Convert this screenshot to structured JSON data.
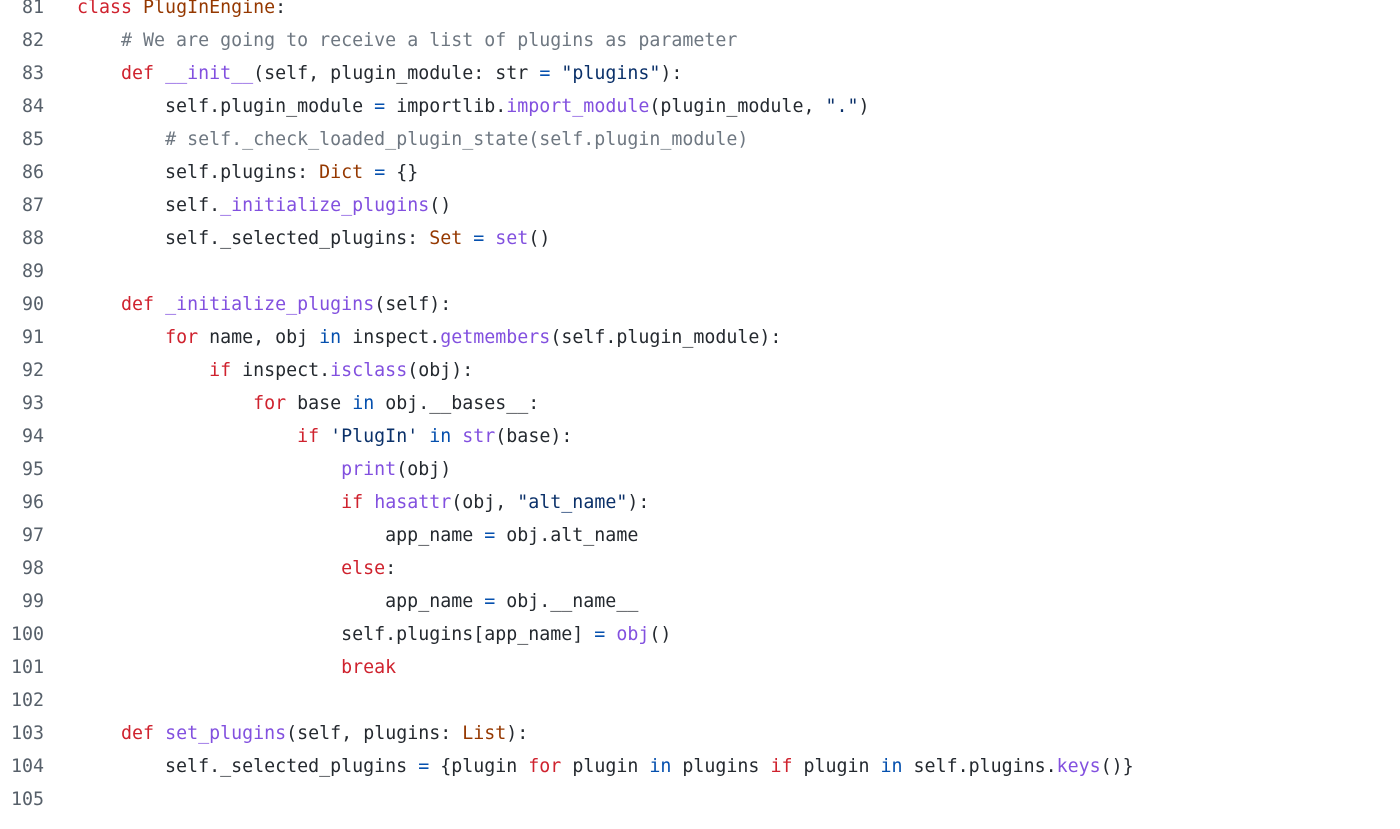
{
  "code_view": {
    "language": "python",
    "lines": [
      {
        "number": "81",
        "tokens": [
          {
            "t": "class",
            "k": "keyword"
          },
          {
            "t": " ",
            "k": "plain"
          },
          {
            "t": "PlugInEngine",
            "k": "class"
          },
          {
            "t": ":",
            "k": "plain"
          }
        ]
      },
      {
        "number": "82",
        "tokens": [
          {
            "t": "    ",
            "k": "plain"
          },
          {
            "t": "# We are going to receive a list of plugins as parameter",
            "k": "comment"
          }
        ]
      },
      {
        "number": "83",
        "tokens": [
          {
            "t": "    ",
            "k": "plain"
          },
          {
            "t": "def",
            "k": "keyword"
          },
          {
            "t": " ",
            "k": "plain"
          },
          {
            "t": "__init__",
            "k": "func"
          },
          {
            "t": "(self, plugin_module: str ",
            "k": "plain"
          },
          {
            "t": "=",
            "k": "op"
          },
          {
            "t": " ",
            "k": "plain"
          },
          {
            "t": "\"plugins\"",
            "k": "string"
          },
          {
            "t": "):",
            "k": "plain"
          }
        ]
      },
      {
        "number": "84",
        "tokens": [
          {
            "t": "        self.plugin_module ",
            "k": "plain"
          },
          {
            "t": "=",
            "k": "op"
          },
          {
            "t": " importlib.",
            "k": "plain"
          },
          {
            "t": "import_module",
            "k": "func"
          },
          {
            "t": "(plugin_module, ",
            "k": "plain"
          },
          {
            "t": "\".\"",
            "k": "string"
          },
          {
            "t": ")",
            "k": "plain"
          }
        ]
      },
      {
        "number": "85",
        "tokens": [
          {
            "t": "        ",
            "k": "plain"
          },
          {
            "t": "# self._check_loaded_plugin_state(self.plugin_module)",
            "k": "comment"
          }
        ]
      },
      {
        "number": "86",
        "tokens": [
          {
            "t": "        self.plugins: ",
            "k": "plain"
          },
          {
            "t": "Dict",
            "k": "type"
          },
          {
            "t": " ",
            "k": "plain"
          },
          {
            "t": "=",
            "k": "op"
          },
          {
            "t": " {}",
            "k": "plain"
          }
        ]
      },
      {
        "number": "87",
        "tokens": [
          {
            "t": "        self.",
            "k": "plain"
          },
          {
            "t": "_initialize_plugins",
            "k": "func"
          },
          {
            "t": "()",
            "k": "plain"
          }
        ]
      },
      {
        "number": "88",
        "tokens": [
          {
            "t": "        self._selected_plugins: ",
            "k": "plain"
          },
          {
            "t": "Set",
            "k": "type"
          },
          {
            "t": " ",
            "k": "plain"
          },
          {
            "t": "=",
            "k": "op"
          },
          {
            "t": " ",
            "k": "plain"
          },
          {
            "t": "set",
            "k": "func"
          },
          {
            "t": "()",
            "k": "plain"
          }
        ]
      },
      {
        "number": "89",
        "tokens": []
      },
      {
        "number": "90",
        "tokens": [
          {
            "t": "    ",
            "k": "plain"
          },
          {
            "t": "def",
            "k": "keyword"
          },
          {
            "t": " ",
            "k": "plain"
          },
          {
            "t": "_initialize_plugins",
            "k": "func"
          },
          {
            "t": "(self):",
            "k": "plain"
          }
        ]
      },
      {
        "number": "91",
        "tokens": [
          {
            "t": "        ",
            "k": "plain"
          },
          {
            "t": "for",
            "k": "keyword"
          },
          {
            "t": " name, obj ",
            "k": "plain"
          },
          {
            "t": "in",
            "k": "op"
          },
          {
            "t": " inspect.",
            "k": "plain"
          },
          {
            "t": "getmembers",
            "k": "func"
          },
          {
            "t": "(self.plugin_module):",
            "k": "plain"
          }
        ]
      },
      {
        "number": "92",
        "tokens": [
          {
            "t": "            ",
            "k": "plain"
          },
          {
            "t": "if",
            "k": "keyword"
          },
          {
            "t": " inspect.",
            "k": "plain"
          },
          {
            "t": "isclass",
            "k": "func"
          },
          {
            "t": "(obj):",
            "k": "plain"
          }
        ]
      },
      {
        "number": "93",
        "tokens": [
          {
            "t": "                ",
            "k": "plain"
          },
          {
            "t": "for",
            "k": "keyword"
          },
          {
            "t": " base ",
            "k": "plain"
          },
          {
            "t": "in",
            "k": "op"
          },
          {
            "t": " obj.__bases__:",
            "k": "plain"
          }
        ]
      },
      {
        "number": "94",
        "tokens": [
          {
            "t": "                    ",
            "k": "plain"
          },
          {
            "t": "if",
            "k": "keyword"
          },
          {
            "t": " ",
            "k": "plain"
          },
          {
            "t": "'PlugIn'",
            "k": "string"
          },
          {
            "t": " ",
            "k": "plain"
          },
          {
            "t": "in",
            "k": "op"
          },
          {
            "t": " ",
            "k": "plain"
          },
          {
            "t": "str",
            "k": "func"
          },
          {
            "t": "(base):",
            "k": "plain"
          }
        ]
      },
      {
        "number": "95",
        "tokens": [
          {
            "t": "                        ",
            "k": "plain"
          },
          {
            "t": "print",
            "k": "func"
          },
          {
            "t": "(obj)",
            "k": "plain"
          }
        ]
      },
      {
        "number": "96",
        "tokens": [
          {
            "t": "                        ",
            "k": "plain"
          },
          {
            "t": "if",
            "k": "keyword"
          },
          {
            "t": " ",
            "k": "plain"
          },
          {
            "t": "hasattr",
            "k": "func"
          },
          {
            "t": "(obj, ",
            "k": "plain"
          },
          {
            "t": "\"alt_name\"",
            "k": "string"
          },
          {
            "t": "):",
            "k": "plain"
          }
        ]
      },
      {
        "number": "97",
        "tokens": [
          {
            "t": "                            app_name ",
            "k": "plain"
          },
          {
            "t": "=",
            "k": "op"
          },
          {
            "t": " obj.alt_name",
            "k": "plain"
          }
        ]
      },
      {
        "number": "98",
        "tokens": [
          {
            "t": "                        ",
            "k": "plain"
          },
          {
            "t": "else",
            "k": "keyword"
          },
          {
            "t": ":",
            "k": "plain"
          }
        ]
      },
      {
        "number": "99",
        "tokens": [
          {
            "t": "                            app_name ",
            "k": "plain"
          },
          {
            "t": "=",
            "k": "op"
          },
          {
            "t": " obj.__name__",
            "k": "plain"
          }
        ]
      },
      {
        "number": "100",
        "tokens": [
          {
            "t": "                        self.plugins[app_name] ",
            "k": "plain"
          },
          {
            "t": "=",
            "k": "op"
          },
          {
            "t": " ",
            "k": "plain"
          },
          {
            "t": "obj",
            "k": "func"
          },
          {
            "t": "()",
            "k": "plain"
          }
        ]
      },
      {
        "number": "101",
        "tokens": [
          {
            "t": "                        ",
            "k": "plain"
          },
          {
            "t": "break",
            "k": "keyword"
          }
        ]
      },
      {
        "number": "102",
        "tokens": []
      },
      {
        "number": "103",
        "tokens": [
          {
            "t": "    ",
            "k": "plain"
          },
          {
            "t": "def",
            "k": "keyword"
          },
          {
            "t": " ",
            "k": "plain"
          },
          {
            "t": "set_plugins",
            "k": "func"
          },
          {
            "t": "(self, plugins: ",
            "k": "plain"
          },
          {
            "t": "List",
            "k": "type"
          },
          {
            "t": "):",
            "k": "plain"
          }
        ]
      },
      {
        "number": "104",
        "tokens": [
          {
            "t": "        self._selected_plugins ",
            "k": "plain"
          },
          {
            "t": "=",
            "k": "op"
          },
          {
            "t": " {plugin ",
            "k": "plain"
          },
          {
            "t": "for",
            "k": "keyword"
          },
          {
            "t": " plugin ",
            "k": "plain"
          },
          {
            "t": "in",
            "k": "op"
          },
          {
            "t": " plugins ",
            "k": "plain"
          },
          {
            "t": "if",
            "k": "keyword"
          },
          {
            "t": " plugin ",
            "k": "plain"
          },
          {
            "t": "in",
            "k": "op"
          },
          {
            "t": " self.plugins.",
            "k": "plain"
          },
          {
            "t": "keys",
            "k": "func"
          },
          {
            "t": "()}",
            "k": "plain"
          }
        ]
      },
      {
        "number": "105",
        "tokens": []
      }
    ]
  },
  "colors": {
    "background": "#ffffff",
    "line_number": "#57606a",
    "plain": "#24292f",
    "keyword": "#cf222e",
    "class": "#953800",
    "func": "#8250df",
    "string": "#0a3069",
    "comment": "#6e7781",
    "type": "#953800",
    "op": "#0550ae"
  }
}
